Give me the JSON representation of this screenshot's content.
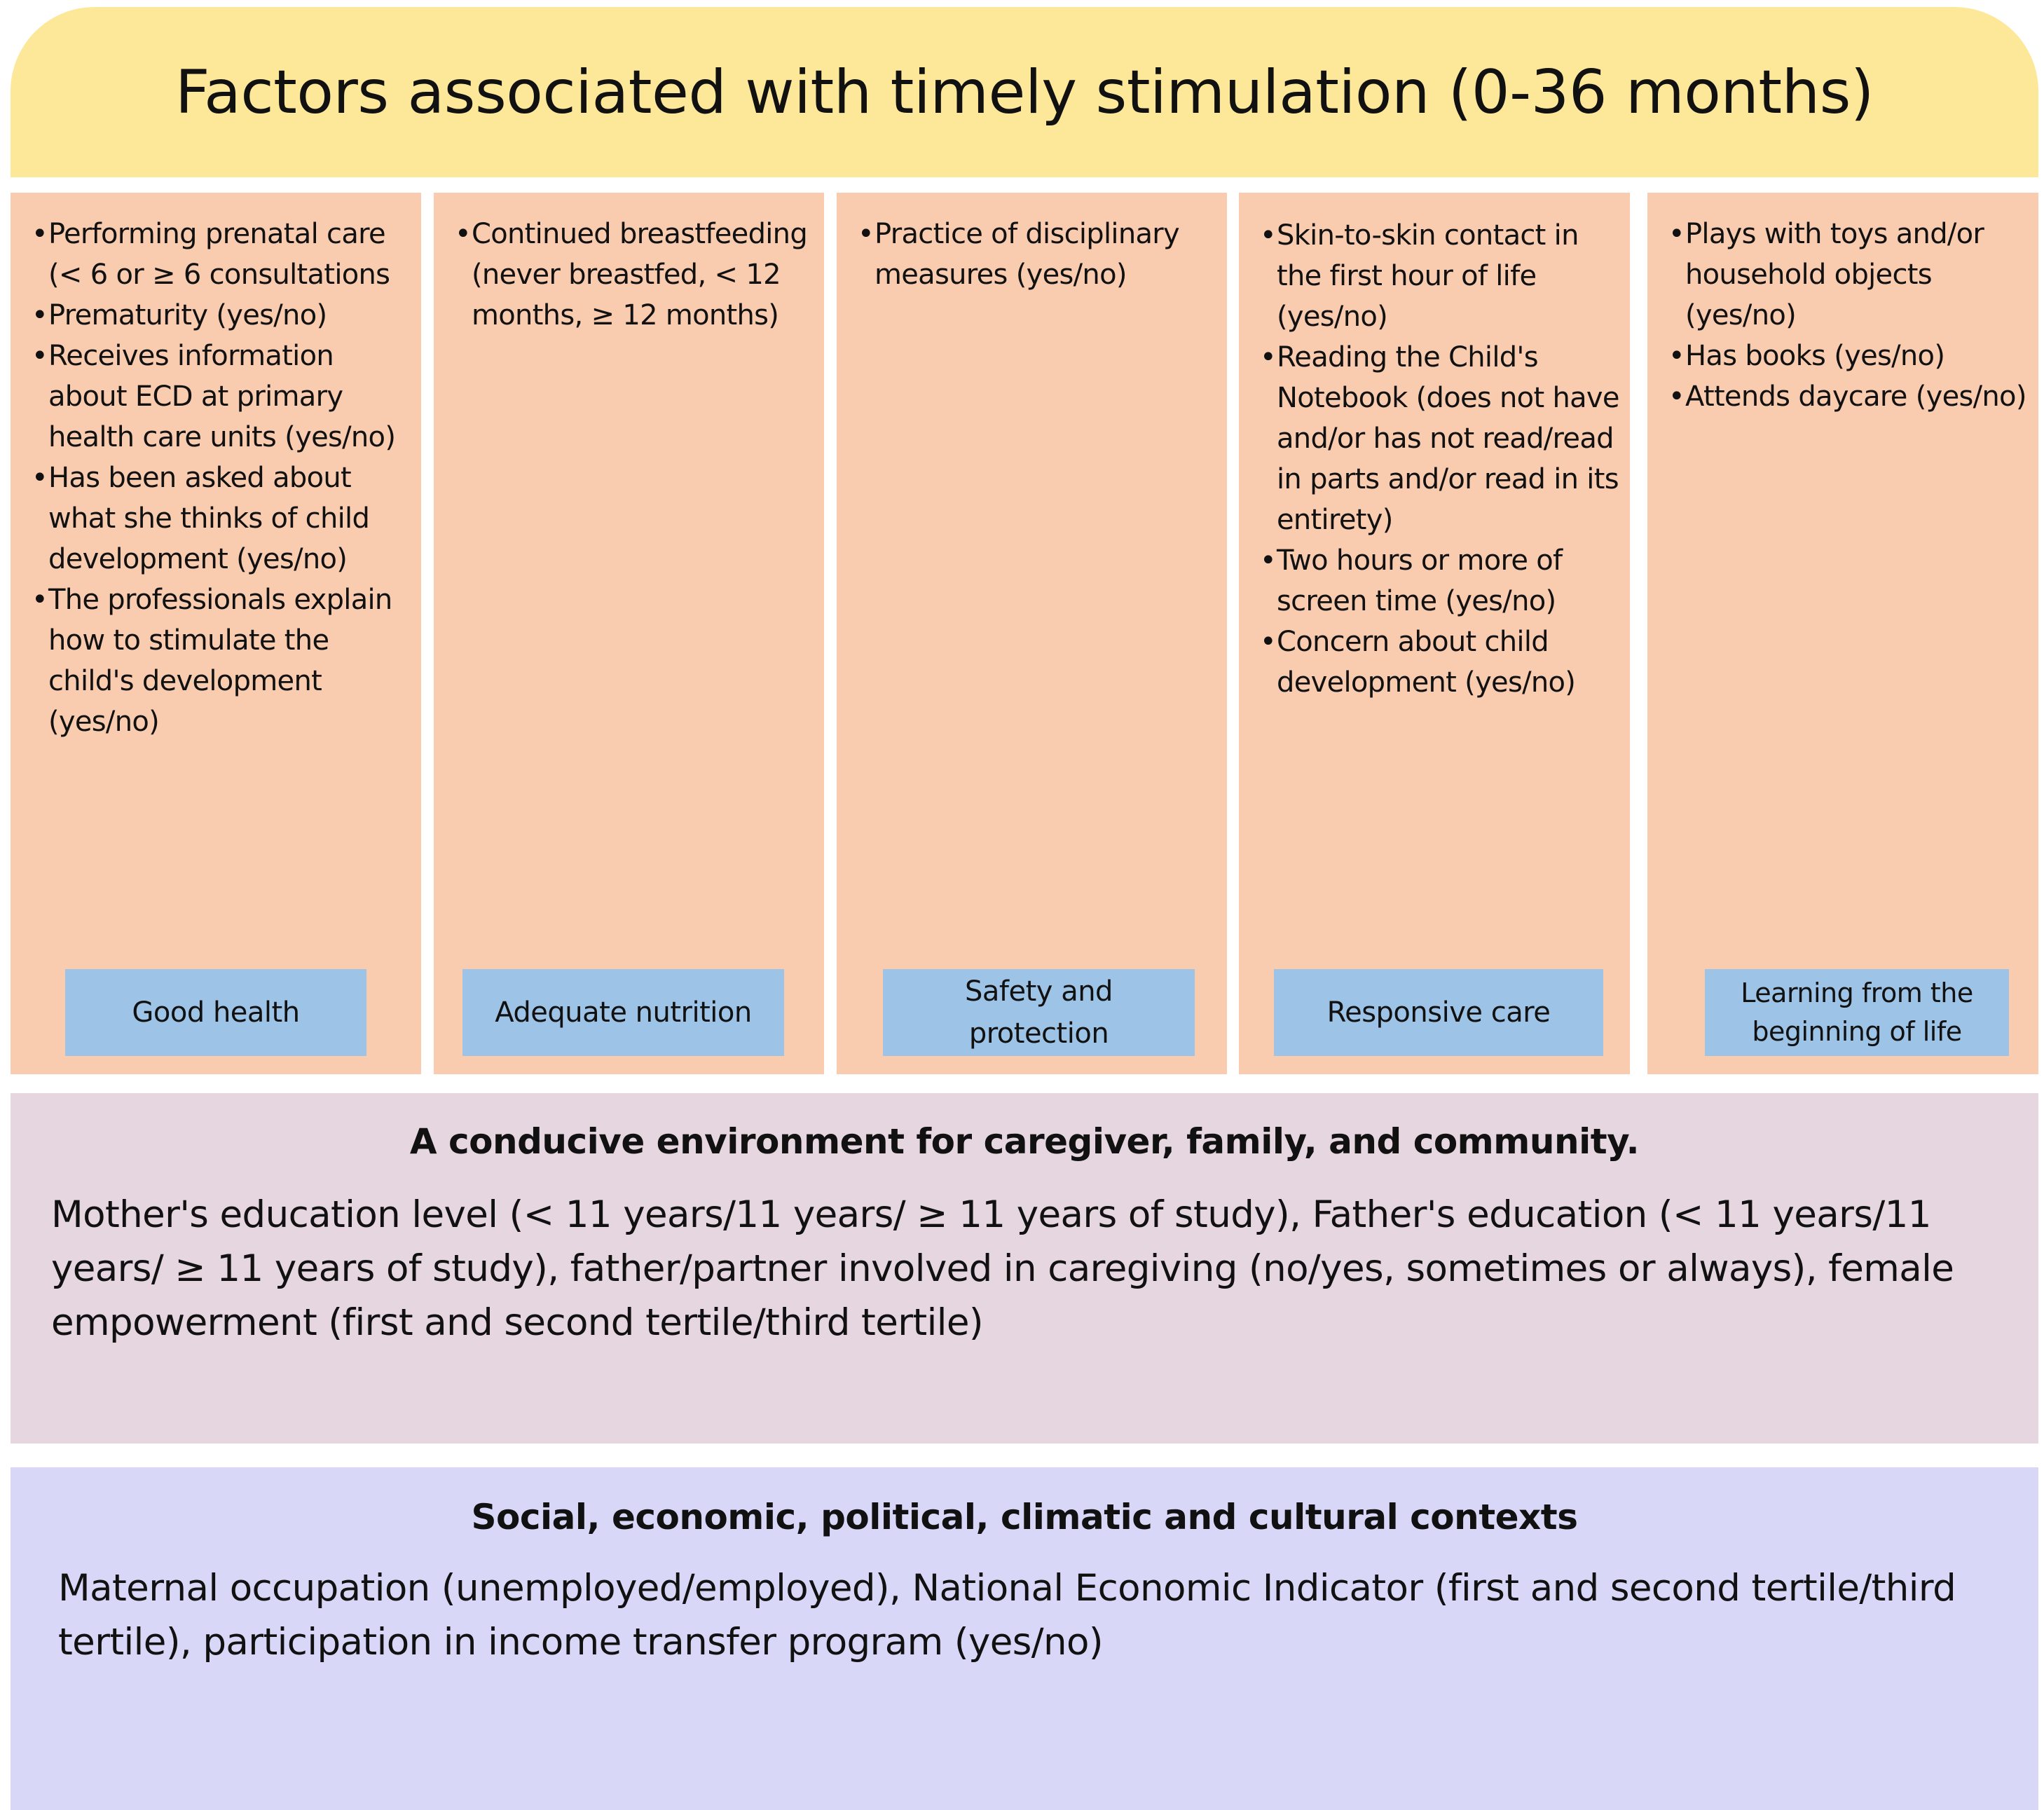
{
  "title": "Factors associated with timely stimulation (0-36 months)",
  "columns": [
    {
      "label": "Good health",
      "items": [
        "Performing prenatal care (< 6 or ≥ 6 consultations",
        "Prematurity (yes/no)",
        "Receives information about ECD at primary health care units (yes/no)",
        "Has been asked about what she thinks of child development (yes/no)",
        "The professionals explain how to stimulate the child's development (yes/no)"
      ]
    },
    {
      "label": "Adequate nutrition",
      "items": [
        "Continued breastfeeding (never breastfed, < 12 months, ≥ 12 months)"
      ]
    },
    {
      "label": "Safety and protection",
      "items": [
        "Practice of disciplinary measures (yes/no)"
      ]
    },
    {
      "label": "Responsive care",
      "items": [
        "Skin-to-skin contact in the first hour of life (yes/no)",
        "Reading the Child's Notebook (does not have and/or has not read/read in parts and/or read in its entirety)",
        "Two hours or more of screen time (yes/no)",
        "Concern about child development (yes/no)"
      ]
    },
    {
      "label": "Learning from the beginning of life",
      "items": [
        "Plays with toys and/or household objects (yes/no)",
        "Has books (yes/no)",
        "Attends daycare (yes/no)"
      ]
    }
  ],
  "environment": {
    "heading": "A conducive environment for caregiver, family, and community.",
    "text": "Mother's education level (< 11 years/11 years/ ≥ 11 years of study), Father's education (< 11 years/11 years/ ≥ 11 years of study), father/partner involved in caregiving (no/yes, sometimes or always), female empowerment (first and second tertile/third tertile)"
  },
  "context": {
    "heading": "Social, economic, political, climatic and cultural contexts",
    "text": "Maternal occupation (unemployed/employed), National Economic Indicator (first and second tertile/third tertile), participation in income transfer program (yes/no)"
  },
  "colors": {
    "title_banner": "#fde89a",
    "column_fill": "#f9cbaf",
    "label_fill": "#9dc3e6",
    "environment_fill": "#e6d6e0",
    "context_fill": "#d9d7f8"
  }
}
